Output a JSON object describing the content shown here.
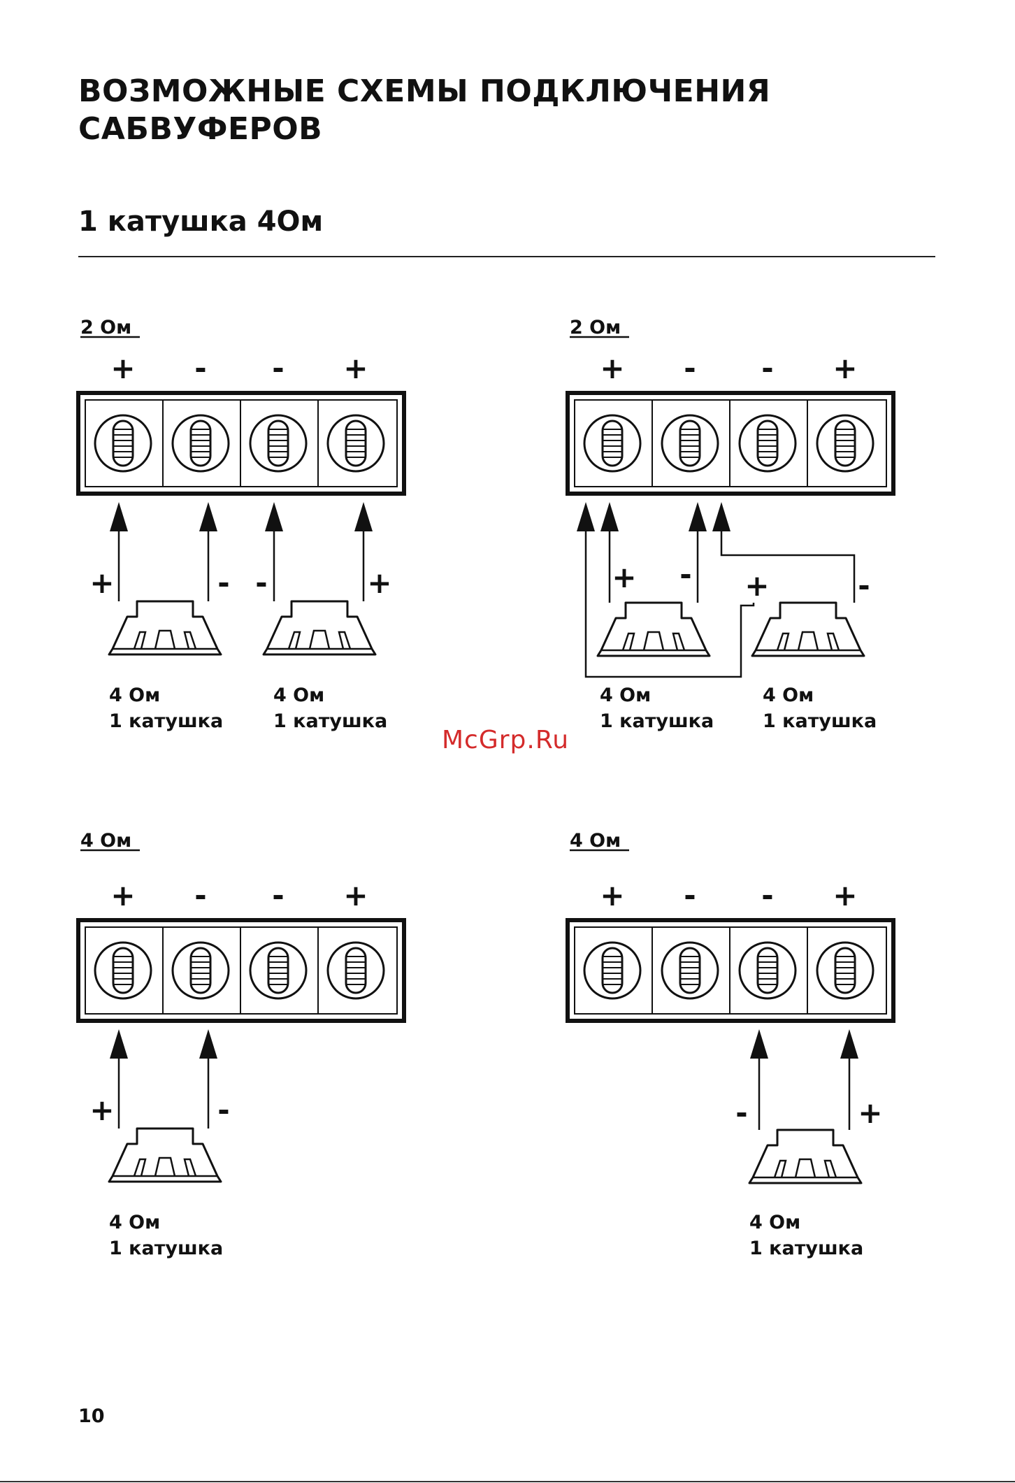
{
  "page": {
    "title_line1": "ВОЗМОЖНЫЕ СХЕМЫ ПОДКЛЮЧЕНИЯ",
    "title_line2": "САБВУФЕРОВ",
    "subtitle": "1 катушка 4Ом",
    "watermark": "McGrp.Ru",
    "page_number": "10"
  },
  "diagrams": [
    {
      "impedance": "2 Ом",
      "terminal_polarities": [
        "+",
        "-",
        "-",
        "+"
      ],
      "speakers": [
        {
          "wire_labels": [
            "+",
            "-"
          ],
          "label_line1": "4 Ом",
          "label_line2": "1 катушка"
        },
        {
          "wire_labels": [
            "-",
            "+"
          ],
          "label_line1": "4 Ом",
          "label_line2": "1 катушка"
        }
      ]
    },
    {
      "impedance": "2 Ом",
      "terminal_polarities": [
        "+",
        "-",
        "-",
        "+"
      ],
      "speakers": [
        {
          "wire_labels": [
            "+",
            "-"
          ],
          "label_line1": "4 Ом",
          "label_line2": "1 катушка"
        },
        {
          "wire_labels": [
            "+",
            "-"
          ],
          "label_line1": "4 Ом",
          "label_line2": "1 катушка"
        }
      ]
    },
    {
      "impedance": "4 Ом",
      "terminal_polarities": [
        "+",
        "-",
        "-",
        "+"
      ],
      "speakers": [
        {
          "wire_labels": [
            "+",
            "-"
          ],
          "label_line1": "4 Ом",
          "label_line2": "1 катушка"
        }
      ]
    },
    {
      "impedance": "4 Ом",
      "terminal_polarities": [
        "+",
        "-",
        "-",
        "+"
      ],
      "speakers": [
        {
          "wire_labels": [
            "-",
            "+"
          ],
          "label_line1": "4 Ом",
          "label_line2": "1 катушка"
        }
      ]
    }
  ],
  "colors": {
    "ink": "#111111",
    "watermark": "#d42b2b",
    "background": "#ffffff"
  }
}
